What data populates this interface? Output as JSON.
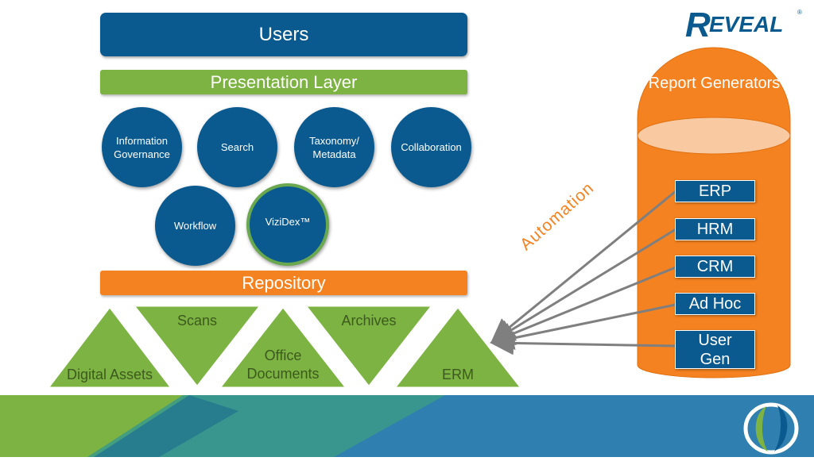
{
  "logo": {
    "text": "REVEAL",
    "registered": "®"
  },
  "layers": {
    "users": "Users",
    "presentation": "Presentation Layer",
    "repository": "Repository"
  },
  "services": {
    "information_governance": "Information Governance",
    "search": "Search",
    "taxonomy": "Taxonomy/ Metadata",
    "collaboration": "Collaboration",
    "workflow": "Workflow",
    "vizidex": "ViziDex™"
  },
  "sources": {
    "digital_assets": "Digital Assets",
    "scans": "Scans",
    "office_documents": "Office Documents",
    "archives": "Archives",
    "erm": "ERM"
  },
  "report_generators": {
    "title": "Report Generators",
    "items": [
      "ERP",
      "HRM",
      "CRM",
      "Ad Hoc",
      "User Gen"
    ]
  },
  "connector_label": "Automation",
  "colors": {
    "blue": "#0a5a8f",
    "green": "#7cb342",
    "orange": "#f58220",
    "vizidex_ring": "#6aa84f"
  }
}
